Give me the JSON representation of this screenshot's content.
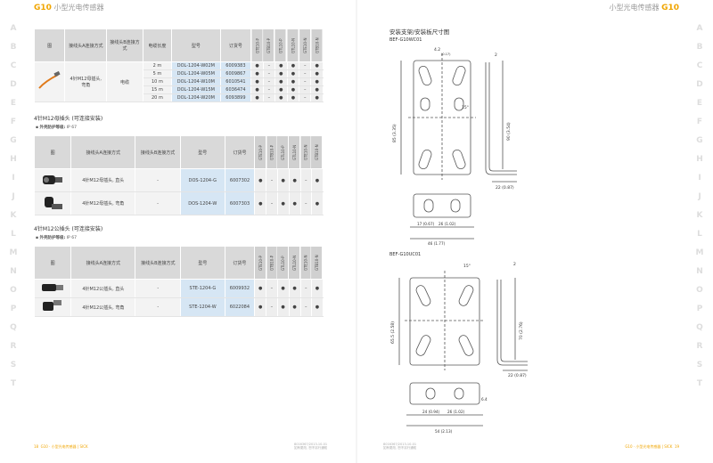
{
  "header": {
    "left_brand": "G10",
    "left_title": "小型光电传感器",
    "right_title": "小型光电传感器",
    "right_brand": "G10"
  },
  "side_letters": [
    "A",
    "B",
    "C",
    "D",
    "E",
    "F",
    "G",
    "H",
    "I",
    "J",
    "K",
    "L",
    "M",
    "N",
    "O",
    "P",
    "Q",
    "R",
    "S",
    "T"
  ],
  "table1": {
    "headers": [
      "图",
      "接线头A连接方式",
      "接线头B连接方式",
      "电缆长度",
      "型号",
      "订货号"
    ],
    "vert_headers": [
      "GTE10-P",
      "GTB10-P",
      "GTL10-P",
      "GTL10-N",
      "GTE10-N",
      "GTB10-N"
    ],
    "conn_a": "4针M12母插头, 弯角",
    "conn_b": "电缆",
    "rows": [
      {
        "len": "2 m",
        "model": "DOL-1204-W02M",
        "order": "6009383"
      },
      {
        "len": "5 m",
        "model": "DOL-1204-W05M",
        "order": "6009867"
      },
      {
        "len": "10 m",
        "model": "DOL-1204-W10M",
        "order": "6010541"
      },
      {
        "len": "15 m",
        "model": "DOL-1204-W15M",
        "order": "6036474"
      },
      {
        "len": "20 m",
        "model": "DOL-1204-W20M",
        "order": "6093899"
      }
    ]
  },
  "section2": {
    "title": "4针M12母插头 (可连接安装)",
    "sub_label": "外壳防护等级:",
    "sub_value": "IP 67"
  },
  "table2": {
    "headers": [
      "图",
      "接线头A连接方式",
      "接线头B连接方式",
      "型号",
      "订货号"
    ],
    "vert_headers": [
      "GTE10-P",
      "GTB10-P",
      "GTL10-P",
      "GTL10-N",
      "GTE10-N",
      "GTB10-N"
    ],
    "rows": [
      {
        "conn_a": "4针M12母插头, 直头",
        "conn_b": "-",
        "model": "DOS-1204-G",
        "order": "6007302"
      },
      {
        "conn_a": "4针M12母插头, 弯角",
        "conn_b": "-",
        "model": "DOS-1204-W",
        "order": "6007303"
      }
    ]
  },
  "section3": {
    "title": "4针M12公插头 (可连接安装)",
    "sub_label": "外壳防护等级:",
    "sub_value": "IP 67"
  },
  "table3": {
    "headers": [
      "图",
      "接线头A连接方式",
      "接线头B连接方式",
      "型号",
      "订货号"
    ],
    "vert_headers": [
      "GTE10-P",
      "GTB10-P",
      "GTL10-P",
      "GTL10-N",
      "GTE10-N",
      "GTB10-N"
    ],
    "rows": [
      {
        "conn_a": "4针M12公插头, 直头",
        "conn_b": "-",
        "model": "STE-1204-G",
        "order": "6009932"
      },
      {
        "conn_a": "4针M12公插头, 弯角",
        "conn_b": "-",
        "model": "STE-1204-W",
        "order": "6022084"
      }
    ]
  },
  "right": {
    "title": "安装支架/安装板尺寸图",
    "bracket1": "BEF-G10WC01",
    "bracket2": "BEF-G10UC01",
    "dims1": {
      "d1": "4.2",
      "d2": "(0.17)",
      "d3": "2",
      "d4": "85 (3.35)",
      "d5": "90 (3.54)",
      "d6": "22 (0.87)",
      "d7": "17 (0.67)",
      "d8": "26 (1.02)",
      "d9": "46 (1.77)",
      "d10": "15°"
    },
    "dims2": {
      "d1": "15°",
      "d2": "2",
      "d3": "65.5 (2.58)",
      "d4": "70 (2.76)",
      "d5": "22 (0.87)",
      "d6": "24 (0.94)",
      "d7": "26 (1.02)",
      "d8": "54 (2.13)",
      "d9": "6.4"
    }
  },
  "footer": {
    "left": "G10 · 小型光电传感器 | SICK",
    "mid_left_1": "8016367/2013-10-01",
    "mid_left_2": "如有更改, 恕不另行通知",
    "mid_right_1": "8016367/2013-10-01",
    "mid_right_2": "如有更改, 恕不另行通知",
    "right": "G10 · 小型光电传感器 | SICK",
    "page_left": "18",
    "page_right": "19"
  }
}
